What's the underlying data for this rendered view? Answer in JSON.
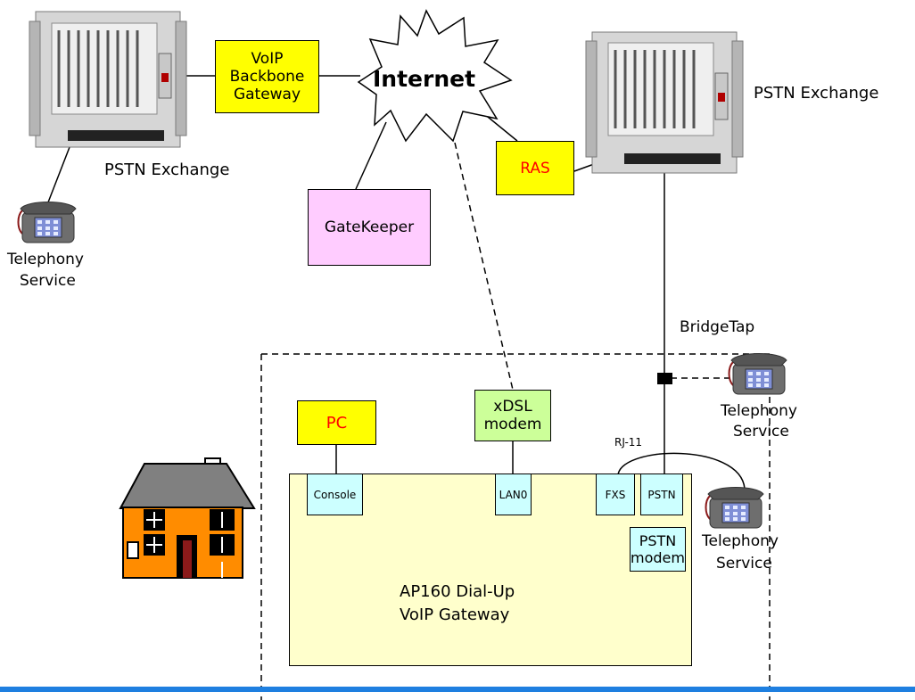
{
  "nodes": {
    "pstn_exchange_left": "PSTN Exchange",
    "pstn_exchange_right": "PSTN Exchange",
    "voip_backbone_gateway": [
      "VoIP",
      "Backbone",
      "Gateway"
    ],
    "internet": "Internet",
    "gatekeeper": "GateKeeper",
    "ras": "RAS",
    "pc": "PC",
    "xdsl_modem": [
      "xDSL",
      "modem"
    ],
    "telephony_left": [
      "Telephony",
      "Service"
    ],
    "telephony_right_top": [
      "Telephony",
      "Service"
    ],
    "telephony_right_bottom": [
      "Telephony",
      "Service"
    ],
    "bridgetap": "BridgeTap",
    "rj11": "RJ-11",
    "ap160": [
      "AP160 Dial-Up",
      "VoIP Gateway"
    ],
    "ports": {
      "console": "Console",
      "lan0": "LAN0",
      "fxs": "FXS",
      "pstn": "PSTN",
      "pstn_modem": [
        "PSTN",
        "modem"
      ]
    }
  },
  "colors": {
    "gateway_box": "#ffff00",
    "gatekeeper_box": "#ffccff",
    "modem_box": "#ccff99",
    "ap160_box": "#ffffcc",
    "port_box": "#ccffff",
    "house_wall": "#ff8c00",
    "bottom_bar": "#1e7fe0"
  }
}
